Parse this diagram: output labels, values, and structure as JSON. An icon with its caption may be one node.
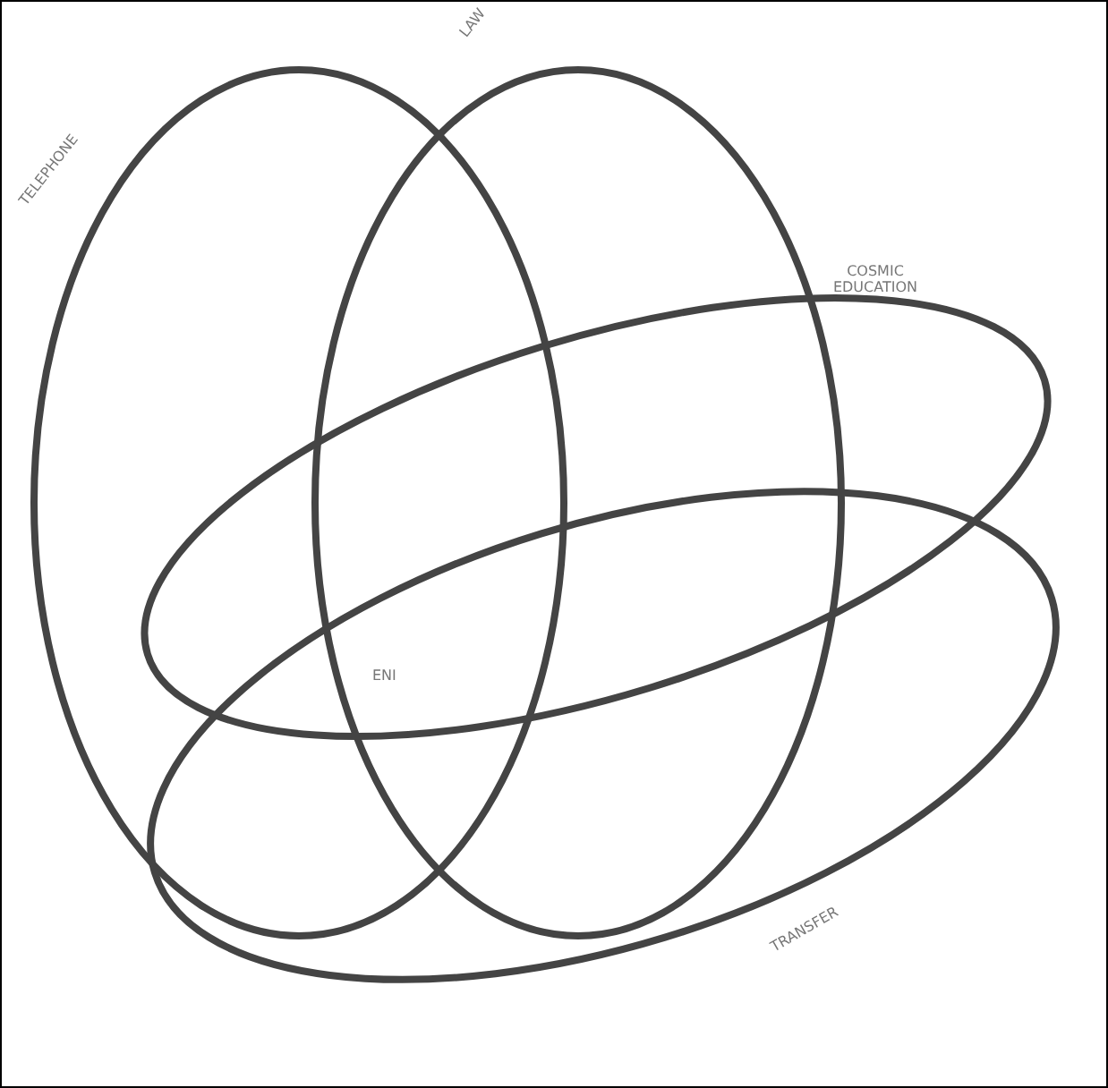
{
  "diagram": {
    "nodes": [
      {
        "text": [
          "TELEPHONE"
        ]
      },
      {
        "text": [
          "LAW"
        ]
      },
      {
        "text": [
          "COSMIC EDUCATION"
        ]
      },
      {
        "text": [
          "TRANSFER"
        ]
      }
    ],
    "labels": [
      "ENI"
    ]
  }
}
